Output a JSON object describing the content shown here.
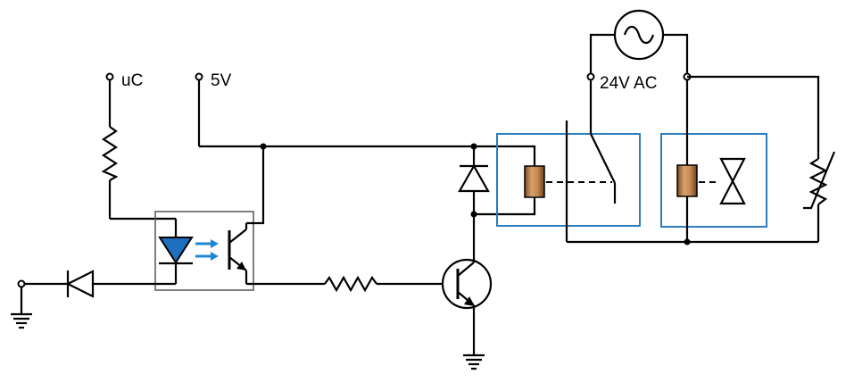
{
  "labels": {
    "uc": "uC",
    "five_v": "5V",
    "ac_supply": "24V AC"
  },
  "colors": {
    "wire": "#000000",
    "optocoupler_led": "#1e6fc0",
    "optocoupler_light_arrows": "#1e88d8",
    "relay_box": "#2d7dbf",
    "coil": "#b7804a",
    "optocoupler_box": "#555555"
  }
}
